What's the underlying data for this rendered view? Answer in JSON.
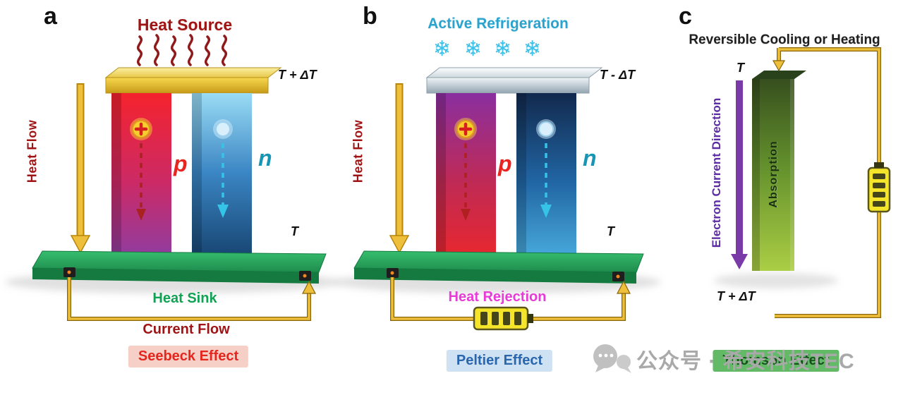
{
  "watermark": {
    "text": "公众号 · 希安科技TEC"
  },
  "icons": {
    "snowflake": "❄"
  },
  "panels": {
    "a": {
      "label": "a",
      "heading": "Heat Source",
      "temp_top": "T + ΔT",
      "temp_side": "T",
      "heat_flow": "Heat Flow",
      "p": "p",
      "n": "n",
      "base": "Heat Sink",
      "current": "Current Flow",
      "effect": "Seebeck Effect"
    },
    "b": {
      "label": "b",
      "heading": "Active Refrigeration",
      "temp_top": "T - ΔT",
      "temp_side": "T",
      "heat_flow": "Heat Flow",
      "p": "p",
      "n": "n",
      "bottom": "Heat Rejection",
      "effect": "Peltier Effect"
    },
    "c": {
      "label": "c",
      "heading": "Reversible Cooling or Heating",
      "temp_top": "T",
      "temp_bottom": "T + ΔT",
      "column": "Absorption",
      "current": "Electron Current Direction",
      "effect": "Thomson Effect"
    }
  },
  "colors": {
    "heat_red": "#9e1414",
    "refrigeration_cyan": "#2aa4cf",
    "rejection_magenta": "#e83ad6",
    "sink_green": "#12a254",
    "electron_purple": "#5c2da2",
    "wire_gold": "#edbf3a"
  }
}
